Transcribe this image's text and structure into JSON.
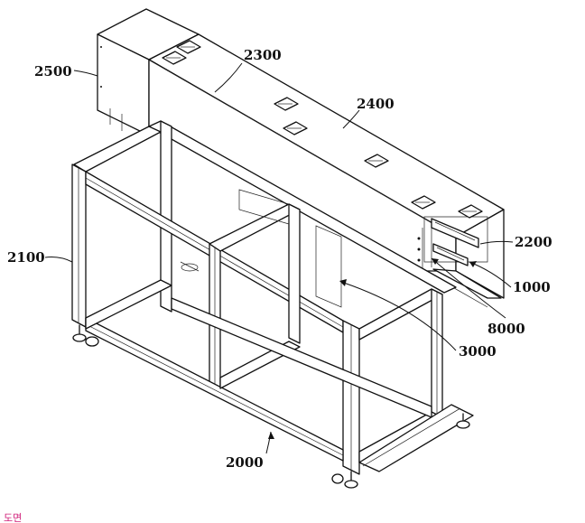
{
  "labels": {
    "l2500": "2500",
    "l2300": "2300",
    "l2400": "2400",
    "l2200": "2200",
    "l2100": "2100",
    "l1000": "1000",
    "l8000": "8000",
    "l3000": "3000",
    "l2000": "2000"
  },
  "corner_text": "도면"
}
